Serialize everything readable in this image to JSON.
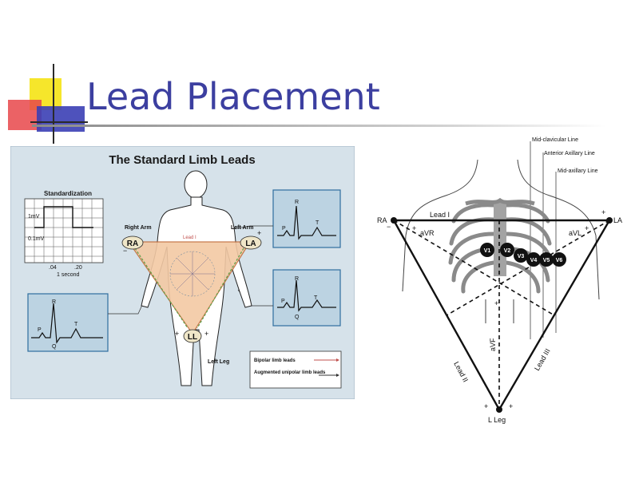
{
  "slide": {
    "title": "Lead Placement"
  },
  "left_figure": {
    "heading": "The Standard Limb Leads",
    "standardization": {
      "label": "Standardization",
      "mv1": "1mV",
      "mv01": "0.1mV",
      "t04": ".04",
      "t20": ".20",
      "one_second": "1 second"
    },
    "labels": {
      "right_arm": "Right Arm",
      "left_arm": "Left Arm",
      "left_leg": "Left Leg",
      "ra": "RA",
      "la": "LA",
      "ll": "LL",
      "lead_i": "Lead I",
      "plus": "+",
      "minus": "−"
    },
    "ecg": {
      "p": "P",
      "q": "Q",
      "r": "R",
      "t": "T"
    },
    "legend": {
      "bipolar": "Bipolar limb leads",
      "augmented": "Augmented unipolar limb leads"
    },
    "colors": {
      "panel": "#d6e2ea",
      "triangle": "#f3c9a4",
      "bipolar_arrow": "#c0504d",
      "strip": "#2f6f9f"
    }
  },
  "right_figure": {
    "lines": {
      "mid_clavicular": "Mid-clavicular Line",
      "anterior_axillary": "Anterior Axillary Line",
      "mid_axillary": "Mid-axillary Line"
    },
    "limbs": {
      "ra": "RA",
      "la": "LA",
      "l_leg": "L Leg"
    },
    "leads": {
      "lead_i": "Lead I",
      "lead_ii": "Lead II",
      "lead_iii": "Lead III",
      "avr": "aVR",
      "avl": "aVL",
      "avf": "aVF"
    },
    "chest_leads": [
      "V1",
      "V2",
      "V3",
      "V4",
      "V5",
      "V6"
    ],
    "signs": {
      "plus": "+",
      "minus": "−"
    }
  }
}
